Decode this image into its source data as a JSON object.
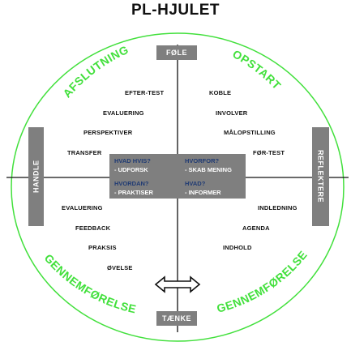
{
  "title": "PL-HJULET",
  "axes": {
    "top": "FØLE",
    "bottom": "TÆNKE",
    "left": "HANDLE",
    "right": "REFLEKTERE"
  },
  "arcs": {
    "top_left": "AFSLUTNING",
    "top_right": "OPSTART",
    "bottom_left": "GENNEMFØRELSE",
    "bottom_right": "GENNEMFØRELSE"
  },
  "quadrant_items": {
    "top_left": [
      "EFTER-TEST",
      "EVALUERING",
      "PERSPEKTIVER",
      "TRANSFER"
    ],
    "top_right": [
      "KOBLE",
      "INVOLVER",
      "MÅLOPSTILLING",
      "FØR-TEST"
    ],
    "bottom_left": [
      "EVALUERING",
      "FEEDBACK",
      "PRAKSIS",
      "ØVELSE"
    ],
    "bottom_right": [
      "INDLEDNING",
      "AGENDA",
      "INDHOLD"
    ]
  },
  "center_box": {
    "top_left": {
      "question": "HVAD HVIS?",
      "action": "- UDFORSK"
    },
    "top_right": {
      "question": "HVORFOR?",
      "action": "- SKAB MENING"
    },
    "bottom_left": {
      "question": "HVORDAN?",
      "action": "- PRAKTISER"
    },
    "bottom_right": {
      "question": "HVAD?",
      "action": "- INFORMER"
    }
  },
  "colors": {
    "accent_green": "#42e03c",
    "label_gray": "#7f7f7f",
    "question_blue": "#1f3a73"
  }
}
